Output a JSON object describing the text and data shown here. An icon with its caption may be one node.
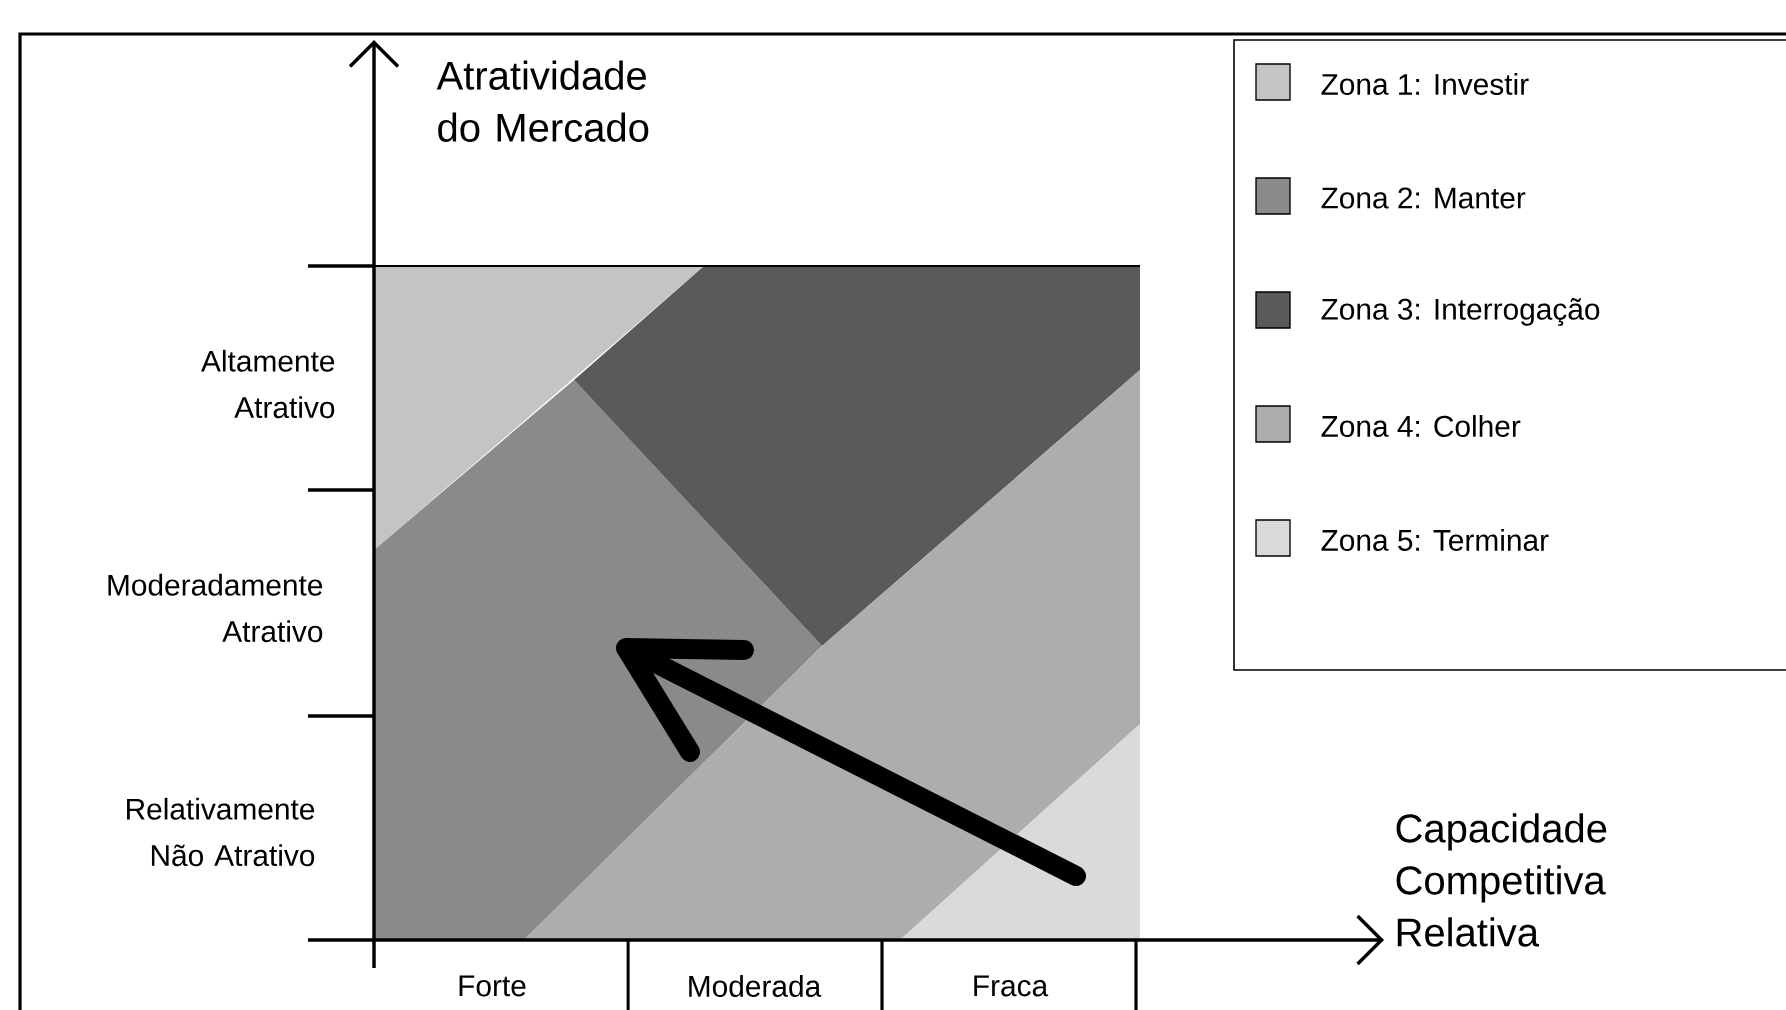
{
  "diagram": {
    "labels": [
      "Atratividade do Mercado",
      "Altamente Atrativo",
      "Moderadamente Atrativo",
      "Relativamente Não Atrativo",
      "Capacidade Competitiva Relativa",
      "Forte",
      "Moderada",
      "Fraca"
    ],
    "legend": [
      {
        "text": "Zona 1: Investir",
        "color": "#c4c4c4"
      },
      {
        "text": "Zona 2: Manter",
        "color": "#8a8a8a"
      },
      {
        "text": "Zona 3: Interrogação",
        "color": "#5a5a5a"
      },
      {
        "text": "Zona 4: Colher",
        "color": "#adadad"
      },
      {
        "text": "Zona 5: Terminar",
        "color": "#dadada"
      }
    ]
  }
}
